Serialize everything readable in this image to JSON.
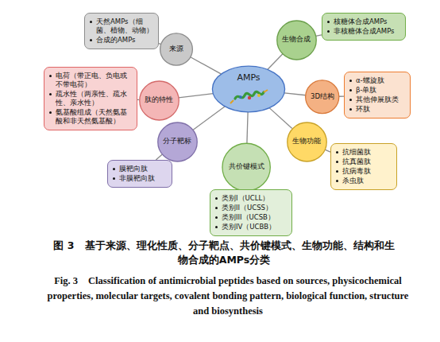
{
  "diagram": {
    "caption": "图 3　基于来源、理化性质、分子靶点、共价键模式、生物功能、结构和生物合成的AMPs分类",
    "nodes": [
      {
        "text": [
          "AMPs"
        ]
      },
      {
        "text": [
          "来源"
        ]
      },
      {
        "text": [
          "天然AMPs（细菌、植物、动物）",
          "合成的AMPs"
        ]
      },
      {
        "text": [
          "生物合成"
        ]
      },
      {
        "text": [
          "核糖体合成AMPs",
          "非核糖体合成AMPs"
        ]
      },
      {
        "text": [
          "肽的特性"
        ]
      },
      {
        "text": [
          "电荷（带正电、负电或不带电荷）",
          "疏水性（两亲性、疏水性、亲水性）",
          "氨基酸组成（天然氨基酸和非天然氨基酸）"
        ]
      },
      {
        "text": [
          "3D结构"
        ]
      },
      {
        "text": [
          "α-螺旋肽",
          "β-单肽",
          "其他伸展肽类",
          "环肽"
        ]
      },
      {
        "text": [
          "分子靶标"
        ]
      },
      {
        "text": [
          "膜靶向肽",
          "非膜靶向肽"
        ]
      },
      {
        "text": [
          "生物功能"
        ]
      },
      {
        "text": [
          "抗细菌肽",
          "抗真菌肽",
          "抗病毒肽",
          "杀虫肽"
        ]
      },
      {
        "text": [
          "共价键模式"
        ]
      },
      {
        "text": [
          "类别I（UCLL）",
          "类别II（UCSS）",
          "类别III（UCSB）",
          "类别IV（UCBB）"
        ]
      }
    ],
    "edges": [
      {
        "from": 0,
        "to": 1,
        "arrow": "none"
      },
      {
        "from": 0,
        "to": 3,
        "arrow": "none"
      },
      {
        "from": 0,
        "to": 5,
        "arrow": "none"
      },
      {
        "from": 0,
        "to": 7,
        "arrow": "none"
      },
      {
        "from": 0,
        "to": 9,
        "arrow": "none"
      },
      {
        "from": 0,
        "to": 11,
        "arrow": "none"
      },
      {
        "from": 0,
        "to": 13,
        "arrow": "none"
      },
      {
        "from": 1,
        "to": 2,
        "arrow": "none"
      },
      {
        "from": 3,
        "to": 4,
        "arrow": "none"
      },
      {
        "from": 5,
        "to": 6,
        "arrow": "none"
      },
      {
        "from": 7,
        "to": 8,
        "arrow": "none"
      },
      {
        "from": 9,
        "to": 10,
        "arrow": "none"
      },
      {
        "from": 11,
        "to": 12,
        "arrow": "none"
      },
      {
        "from": 13,
        "to": 14,
        "arrow": "none"
      }
    ],
    "labels": [
      "Fig. 3　Classification of antimicrobial peptides based on sources, physicochemical properties, molecular targets, covalent bonding pattern, biological function, structure and biosynthesis"
    ]
  }
}
